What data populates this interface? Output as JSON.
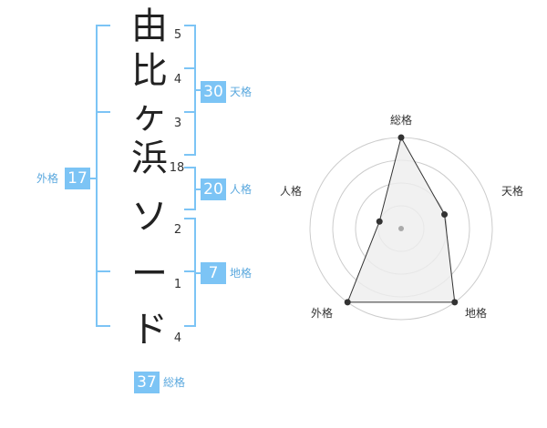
{
  "name_chars": [
    "由",
    "比",
    "ヶ",
    "浜",
    "ソ",
    "ー",
    "ド"
  ],
  "strokes": [
    "5",
    "4",
    "3",
    "18",
    "2",
    "1",
    "4"
  ],
  "kakusu": {
    "ten": {
      "value": "30",
      "label": "天格"
    },
    "jin": {
      "value": "20",
      "label": "人格"
    },
    "chi": {
      "value": "7",
      "label": "地格"
    },
    "gai": {
      "value": "17",
      "label": "外格"
    },
    "sou": {
      "value": "37",
      "label": "総格"
    }
  },
  "radar": {
    "axes": [
      "総格",
      "天格",
      "地格",
      "外格",
      "人格"
    ],
    "levels": 4,
    "values": [
      4,
      2,
      4,
      4,
      1
    ],
    "max": 4,
    "colors": {
      "bracket": "#7cc4f5",
      "accent": "#7cc4f5",
      "grid": "#cccccc",
      "fill": "#eeeeee",
      "line": "#333333",
      "center": "#aaaaaa"
    }
  }
}
